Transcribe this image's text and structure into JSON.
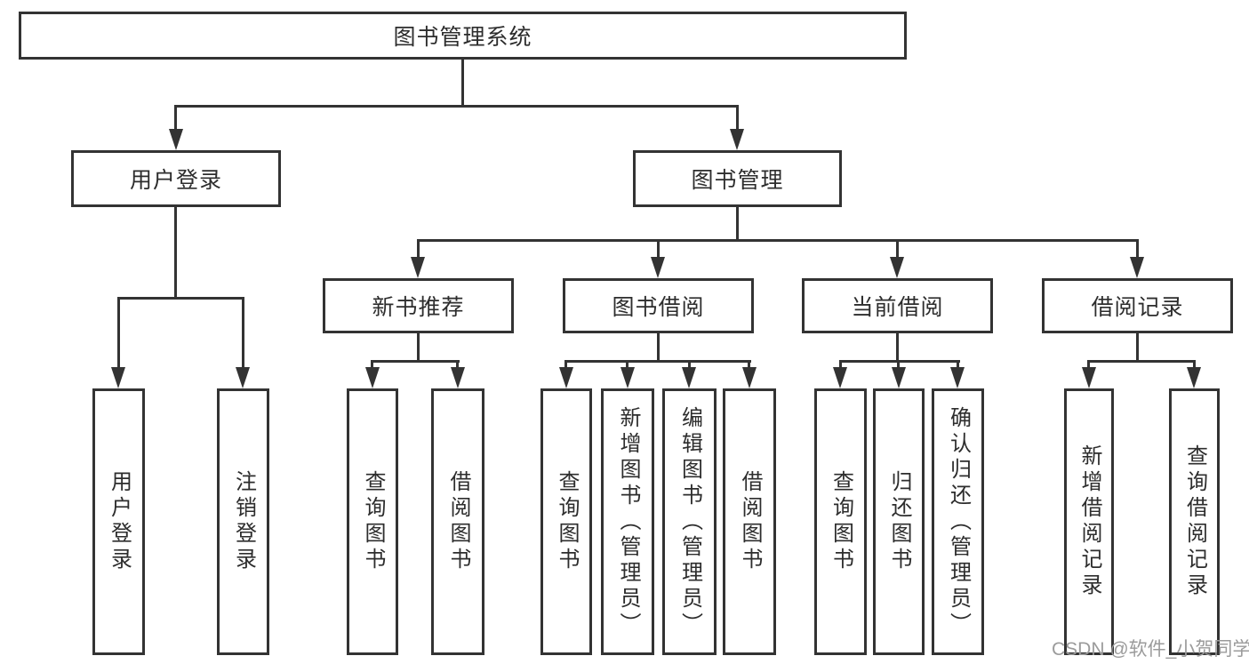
{
  "diagram_title": "图书管理系统",
  "tree": {
    "root": {
      "label": "图书管理系统",
      "children": [
        {
          "label": "用户登录",
          "children": [
            {
              "label": "用户登录"
            },
            {
              "label": "注销登录"
            }
          ]
        },
        {
          "label": "图书管理",
          "children": [
            {
              "label": "新书推荐",
              "children": [
                {
                  "label": "查询图书"
                },
                {
                  "label": "借阅图书"
                }
              ]
            },
            {
              "label": "图书借阅",
              "children": [
                {
                  "label": "查询图书"
                },
                {
                  "label": "新增图书（管理员）"
                },
                {
                  "label": "编辑图书（管理员）"
                },
                {
                  "label": "借阅图书"
                }
              ]
            },
            {
              "label": "当前借阅",
              "children": [
                {
                  "label": "查询图书"
                },
                {
                  "label": "归还图书"
                },
                {
                  "label": "确认归还（管理员）"
                }
              ]
            },
            {
              "label": "借阅记录",
              "children": [
                {
                  "label": "新增借阅记录"
                },
                {
                  "label": "查询借阅记录"
                }
              ]
            }
          ]
        }
      ]
    }
  },
  "watermark": "CSDN @软件_小贺同学",
  "colors": {
    "line": "#333333",
    "text": "#2d2d2d",
    "watermark": "#9b9b9b",
    "background": "#ffffff"
  }
}
